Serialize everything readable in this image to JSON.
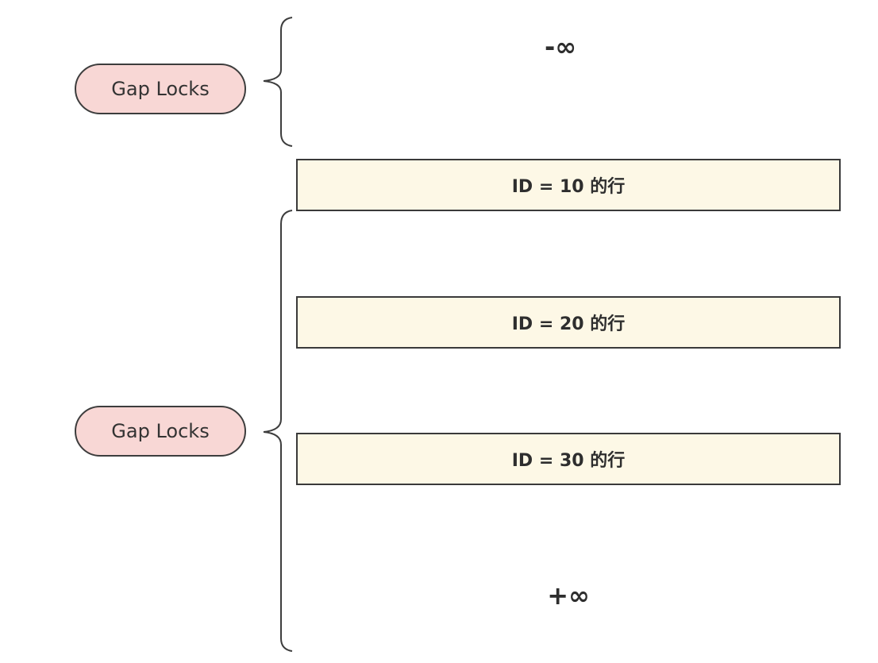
{
  "gap_locks": [
    {
      "label": "Gap Locks"
    },
    {
      "label": "Gap Locks"
    }
  ],
  "bounds": {
    "negative_infinity": "-∞",
    "positive_infinity": "+∞"
  },
  "rows": [
    {
      "label": "ID = 10 的行"
    },
    {
      "label": "ID = 20 的行"
    },
    {
      "label": "ID = 30 的行"
    }
  ],
  "colors": {
    "lock_fill": "#f8d7d5",
    "row_fill": "#fdf8e6",
    "stroke": "#3d3d3d"
  }
}
